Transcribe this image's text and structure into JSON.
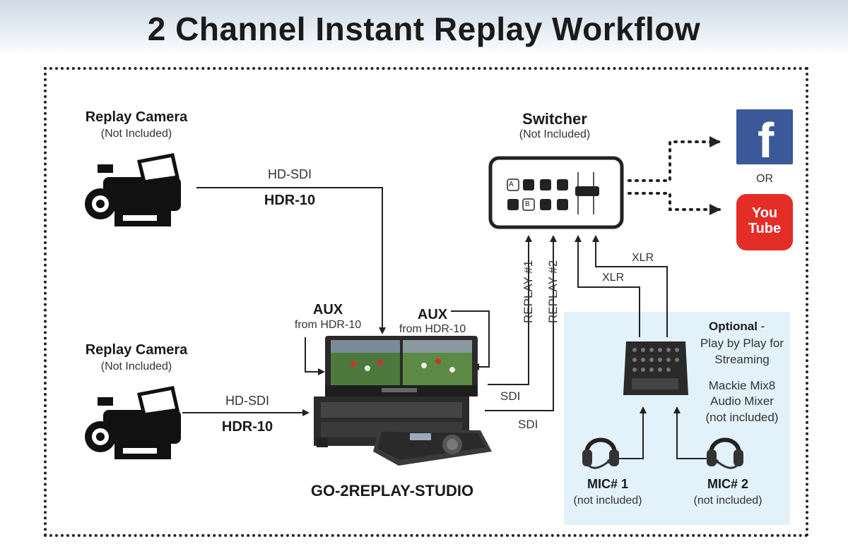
{
  "title": "2 Channel Instant Replay Workflow",
  "cameras": [
    {
      "label": "Replay Camera",
      "sub": "(Not Included)"
    },
    {
      "label": "Replay Camera",
      "sub": "(Not Included)"
    }
  ],
  "links": {
    "cam1_signal": "HD-SDI",
    "cam1_device": "HDR-10",
    "cam2_signal": "HD-SDI",
    "cam2_device": "HDR-10",
    "sdi1": "SDI",
    "sdi2": "SDI",
    "replay1": "REPLAY #1",
    "replay2": "REPLAY #2",
    "xlr1": "XLR",
    "xlr2": "XLR"
  },
  "aux_left": {
    "label": "AUX",
    "sub": "from HDR-10"
  },
  "aux_right": {
    "label": "AUX",
    "sub": "from HDR-10"
  },
  "switcher": {
    "label": "Switcher",
    "sub": "(Not Included)",
    "btn_a": "A",
    "btn_b": "B"
  },
  "studio": {
    "label": "GO-2REPLAY-STUDIO"
  },
  "platforms": {
    "facebook": "f",
    "or": "OR",
    "youtube_top": "You",
    "youtube_bottom": "Tube"
  },
  "optional": {
    "title": "Optional",
    "dash": " -",
    "line1": "Play by Play for",
    "line2": "Streaming",
    "mixer1": "Mackie Mix8",
    "mixer2": "Audio Mixer",
    "mixer3": "(not included)"
  },
  "mics": [
    {
      "label": "MIC# 1",
      "sub": "(not included)"
    },
    {
      "label": "MIC# 2",
      "sub": "(not included)"
    }
  ],
  "colors": {
    "facebook": "#3b5998",
    "youtube": "#e52d27",
    "panel": "#e3f1fb",
    "line": "#222222"
  }
}
